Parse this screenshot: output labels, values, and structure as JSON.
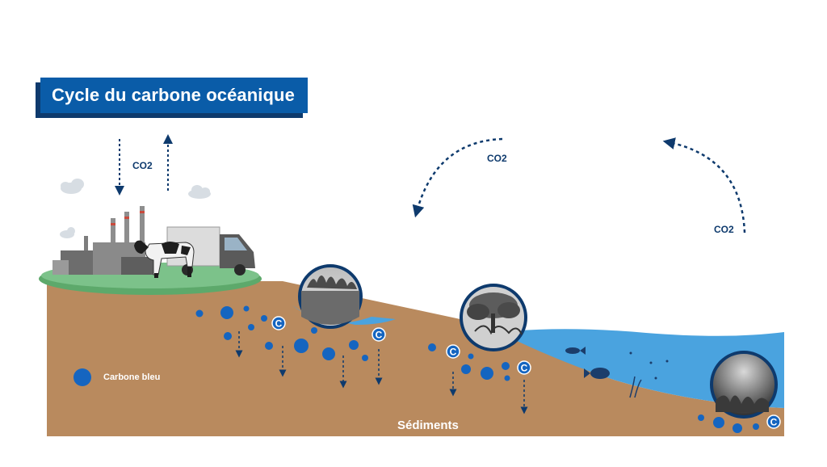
{
  "title": "Cycle du carbone océanique",
  "labels": {
    "co2_land": "CO2",
    "co2_top": "CO2",
    "co2_right": "CO2",
    "legend": "Carbone bleu",
    "sediments": "Sédiments",
    "carbon_symbol": "C"
  },
  "colors": {
    "title_bg": "#0a5ca8",
    "title_shadow": "#0e3a6d",
    "arrow": "#0e3a6d",
    "soil": "#b98a5e",
    "land": "#5da96b",
    "ocean": "#4aa3df",
    "carbon": "#1565c0"
  },
  "icons": [
    "factory-icon",
    "cow-icon",
    "truck-icon",
    "cloud-icon",
    "seagrass-icon",
    "mangrove-icon",
    "kelp-icon",
    "fish-icon"
  ]
}
